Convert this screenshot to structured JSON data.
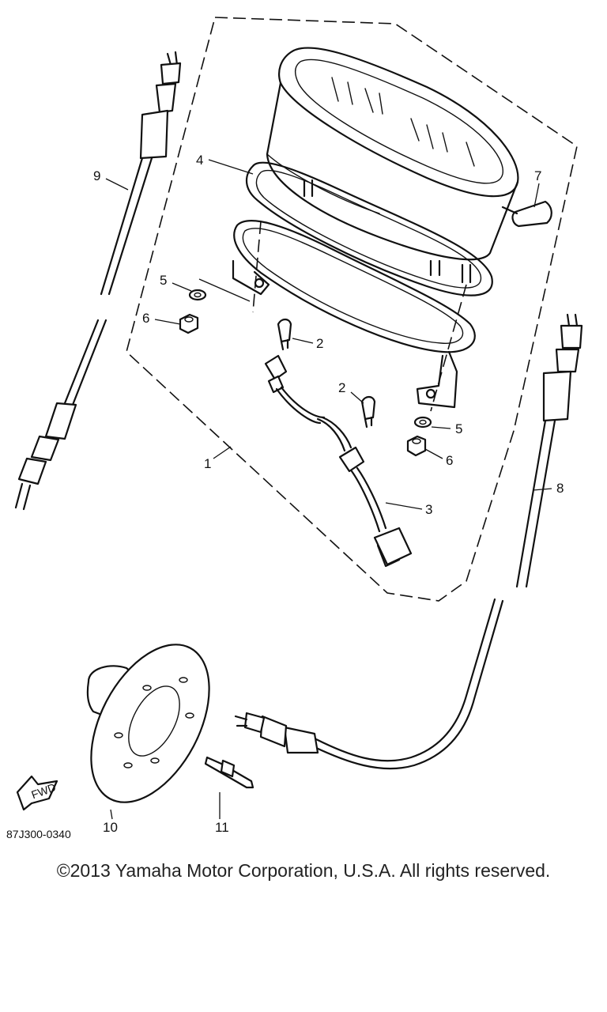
{
  "diagram": {
    "callouts": {
      "c1": "1",
      "c2a": "2",
      "c2b": "2",
      "c3": "3",
      "c4": "4",
      "c5a": "5",
      "c5b": "5",
      "c6a": "6",
      "c6b": "6",
      "c7": "7",
      "c8": "8",
      "c9": "9",
      "c10": "10",
      "c11": "11"
    },
    "fwd_label": "FWD",
    "drawing_code": "87J300-0340"
  },
  "footer": {
    "copyright": "©2013 Yamaha Motor Corporation, U.S.A. All rights reserved."
  }
}
